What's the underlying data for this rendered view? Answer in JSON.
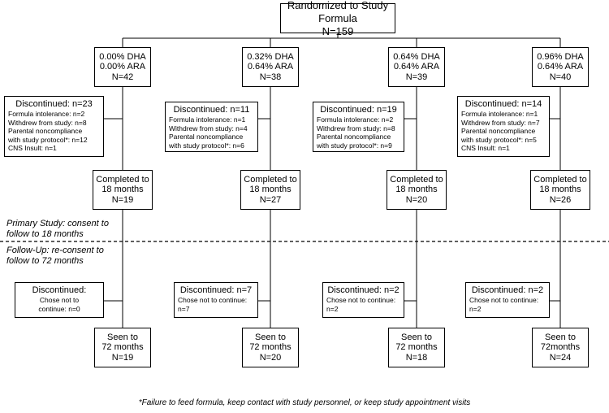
{
  "root": {
    "title": "Randomized to Study Formula",
    "n": "N=159"
  },
  "arms": [
    {
      "dha": "0.00% DHA",
      "ara": "0.00% ARA",
      "n": "N=42",
      "disc1": {
        "head": "Discontinued: n=23",
        "items": [
          "Formula intolerance: n=2",
          "Withdrew from study:  n=8",
          "Parental noncompliance",
          "with study protocol*: n=12",
          "CNS Insult:  n=1"
        ]
      },
      "completed": {
        "l1": "Completed to",
        "l2": "18 months",
        "n": "N=19"
      },
      "disc2": {
        "head": "Discontinued:",
        "items": [
          "Chose not to",
          "continue: n=0"
        ]
      },
      "seen": {
        "l1": "Seen to",
        "l2": "72 months",
        "n": "N=19"
      }
    },
    {
      "dha": "0.32% DHA",
      "ara": "0.64% ARA",
      "n": "N=38",
      "disc1": {
        "head": "Discontinued: n=11",
        "items": [
          "Formula intolerance: n=1",
          "Withdrew from study: n=4",
          "Parental noncompliance",
          "with study protocol*: n=6"
        ]
      },
      "completed": {
        "l1": "Completed to",
        "l2": "18 months",
        "n": "N=27"
      },
      "disc2": {
        "head": "Discontinued: n=7",
        "items": [
          "Chose not to continue:",
          "n=7"
        ]
      },
      "seen": {
        "l1": "Seen to",
        "l2": "72 months",
        "n": "N=20"
      }
    },
    {
      "dha": "0.64% DHA",
      "ara": "0.64% ARA",
      "n": "N=39",
      "disc1": {
        "head": "Discontinued: n=19",
        "items": [
          "Formula intolerance: n=2",
          "Withdrew from study:  n=8",
          "Parental noncompliance",
          "with study protocol*: n=9"
        ]
      },
      "completed": {
        "l1": "Completed to",
        "l2": "18 months",
        "n": "N=20"
      },
      "disc2": {
        "head": "Discontinued: n=2",
        "items": [
          "Chose not to continue:",
          "n=2"
        ]
      },
      "seen": {
        "l1": "Seen to",
        "l2": "72 months",
        "n": "N=18"
      }
    },
    {
      "dha": "0.96% DHA",
      "ara": "0.64% ARA",
      "n": "N=40",
      "disc1": {
        "head": "Discontinued: n=14",
        "items": [
          "Formula intolerance: n=1",
          "Withdrew from study: n=7",
          "Parental noncompliance",
          "with study protocol*: n=5",
          "CNS Insult:  n=1"
        ]
      },
      "completed": {
        "l1": "Completed to",
        "l2": "18 months",
        "n": "N=26"
      },
      "disc2": {
        "head": "Discontinued: n=2",
        "items": [
          "Chose not to continue:",
          "n=2"
        ]
      },
      "seen": {
        "l1": "Seen to",
        "l2": "72months",
        "n": "N=24"
      }
    }
  ],
  "phases": {
    "primary_l1": "Primary Study: consent to",
    "primary_l2": "follow to 18 months",
    "followup_l1": "Follow-Up: re-consent to",
    "followup_l2": "follow to 72 months"
  },
  "footnote": "*Failure to feed formula, keep contact with study personnel, or keep study appointment visits"
}
